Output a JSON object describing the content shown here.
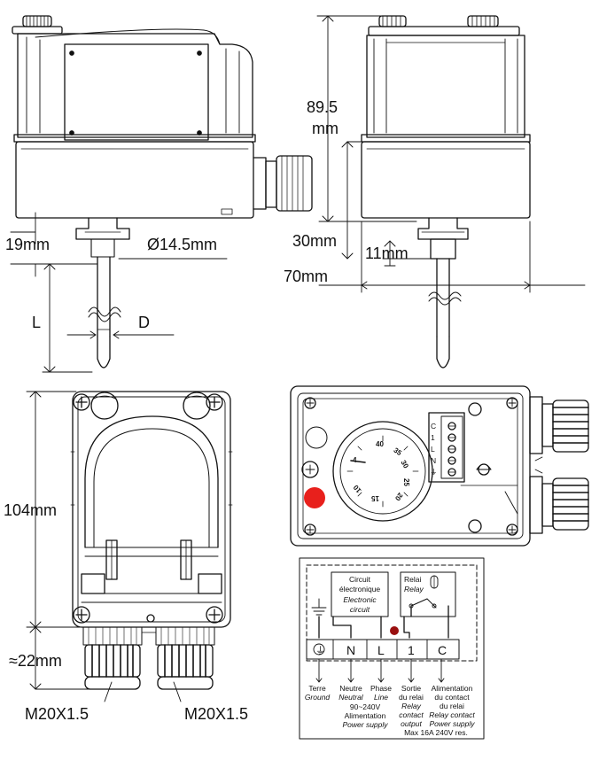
{
  "dimensions": {
    "height_top": "89.5",
    "height_top_unit": "mm",
    "d19": "19mm",
    "d14_5": "Ø14.5mm",
    "d30": "30mm",
    "d11": "11mm",
    "d70": "70mm",
    "L": "L",
    "D": "D",
    "d104": "104mm",
    "d22": "≈22mm",
    "gland_left": "M20X1.5",
    "gland_right": "M20X1.5"
  },
  "dial_numbers": [
    "40",
    "35",
    "30",
    "25",
    "20",
    "15",
    "10",
    "4"
  ],
  "terminal_strip_labels": [
    "C",
    "1",
    "L",
    "N",
    "⏚"
  ],
  "wiring": {
    "circuit_fr": "Circuit",
    "circuit_fr2": "électronique",
    "circuit_en": "Electronic",
    "circuit_en2": "circuit",
    "relay_fr": "Relai",
    "relay_en": "Relay",
    "terminals": [
      "⏚",
      "N",
      "L",
      "1",
      "C"
    ],
    "legend": {
      "terre": "Terre",
      "ground": "Ground",
      "neutre": "Neutre",
      "neutral": "Neutral",
      "phase": "Phase",
      "line": "Line",
      "sortie1": "Sortie",
      "sortie2": "du relai",
      "relay_out1": "Relay",
      "relay_out2": "contact",
      "relay_out3": "output",
      "alim1": "Alimentation",
      "alim2": "du contact",
      "alim3": "du relai",
      "alim_en1": "Relay contact",
      "alim_en2": "Power supply",
      "volt": "90~240V",
      "volt_fr": "Alimentation",
      "volt_en": "Power supply",
      "max": "Max 16A 240V res."
    }
  },
  "colors": {
    "red_dot": "#e8201c",
    "dark_red_dot": "#9a1010",
    "line": "#111111"
  }
}
